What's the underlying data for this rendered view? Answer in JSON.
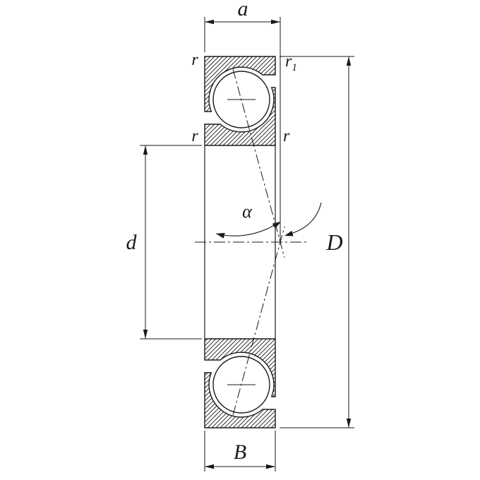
{
  "labels": {
    "a": "a",
    "r_top_left": "r",
    "r1_base": "r",
    "r1_sub": "1",
    "r_mid_left": "r",
    "r_mid_right": "r",
    "alpha": "α",
    "d": "d",
    "D": "D",
    "B": "B"
  },
  "colors": {
    "line": "#1a1a1a",
    "background": "#ffffff",
    "hatch": "#1a1a1a"
  }
}
